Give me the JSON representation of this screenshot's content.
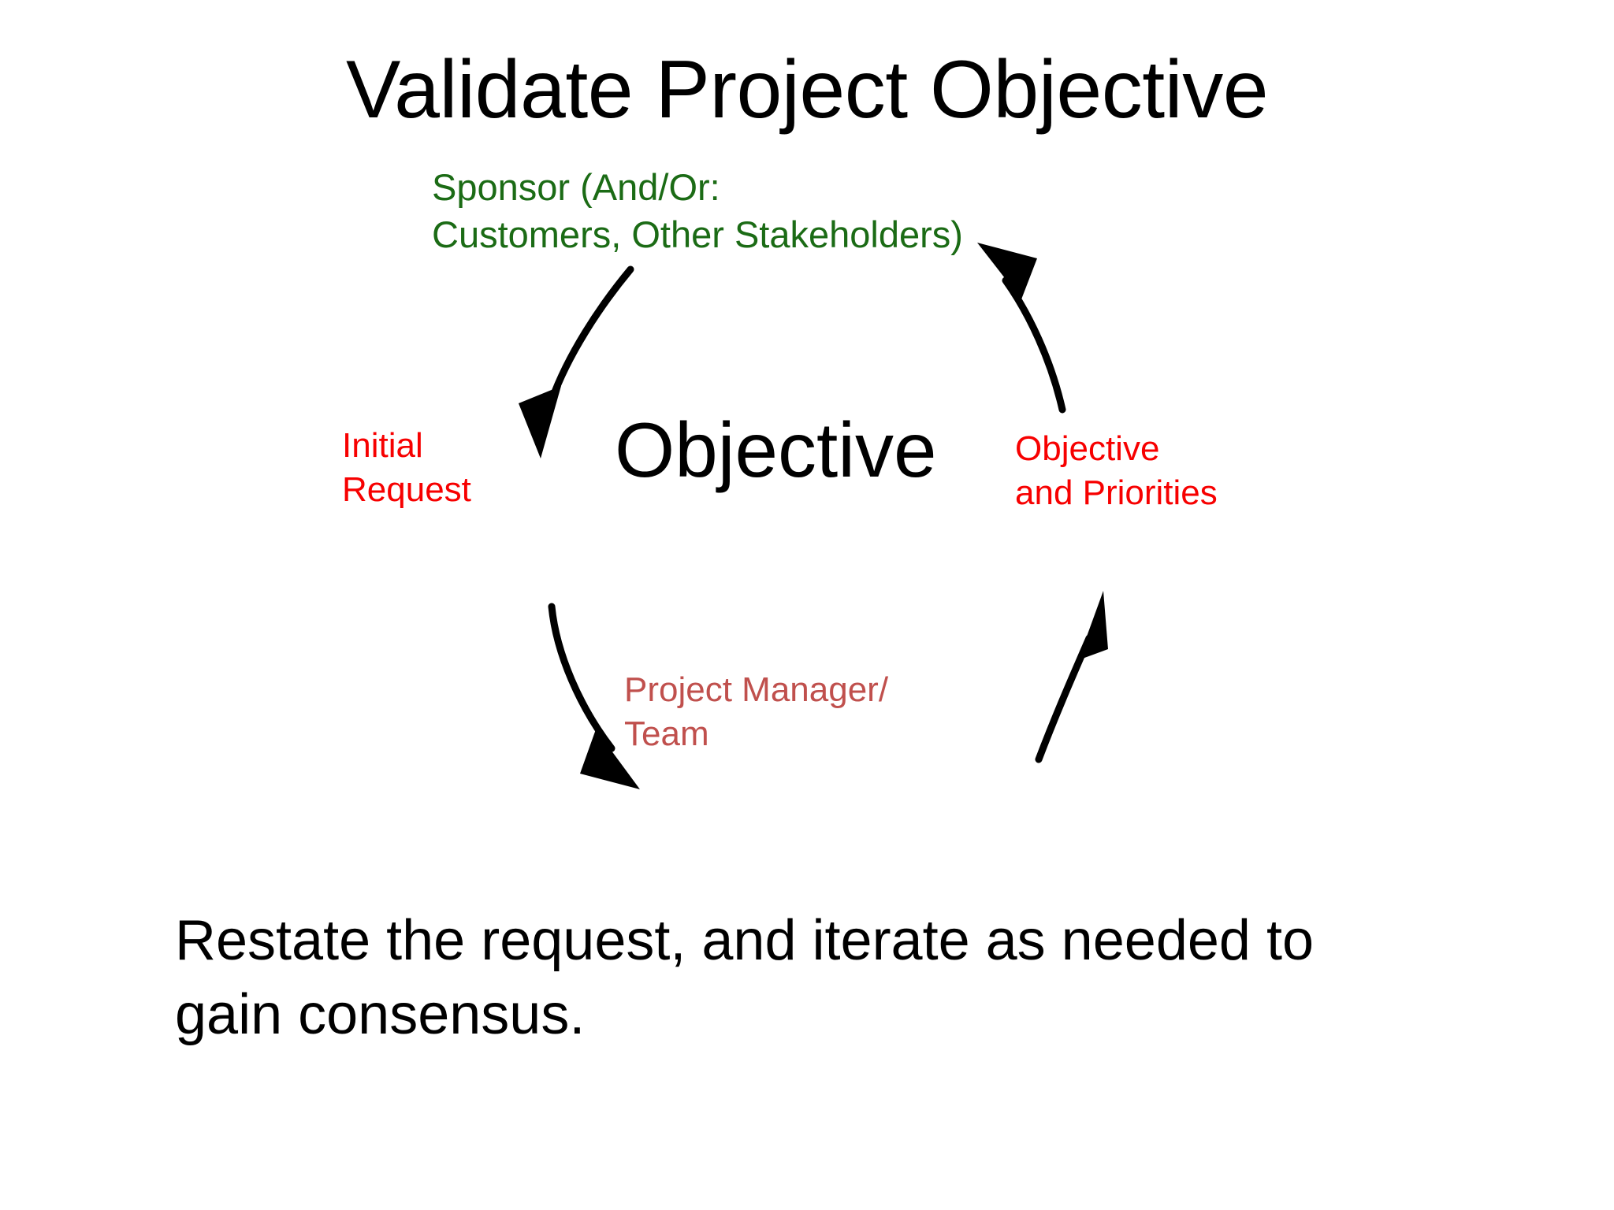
{
  "slide": {
    "title": "Validate Project Objective",
    "caption": "Restate the request, and iterate as needed to\ngain consensus.",
    "background_color": "#ffffff"
  },
  "diagram": {
    "type": "cycle",
    "direction": "clockwise",
    "nodes": [
      {
        "id": "sponsor",
        "label": "Sponsor (And/Or:\nCustomers, Other Stakeholders)",
        "color": "#1b6b15",
        "position": "top"
      },
      {
        "id": "objective-center",
        "label": "Objective",
        "color": "#000000",
        "position": "center"
      },
      {
        "id": "project-manager",
        "label": "Project Manager/\nTeam",
        "color": "#c0504d",
        "position": "bottom"
      }
    ],
    "edges": [
      {
        "id": "initial-request",
        "label": "Initial\nRequest",
        "color": "#f70000",
        "from": "sponsor",
        "to": "project-manager",
        "position": "left"
      },
      {
        "id": "objective-and-priorities",
        "label": "Objective\nand Priorities",
        "color": "#f70000",
        "from": "project-manager",
        "to": "sponsor",
        "position": "right"
      }
    ],
    "arrows": [
      {
        "id": "arrow-top-left",
        "direction": "down-left"
      },
      {
        "id": "arrow-bottom-left",
        "direction": "down-right"
      },
      {
        "id": "arrow-bottom-right",
        "direction": "up-right"
      },
      {
        "id": "arrow-top-right",
        "direction": "up-left"
      }
    ],
    "stroke_color": "#000000"
  }
}
